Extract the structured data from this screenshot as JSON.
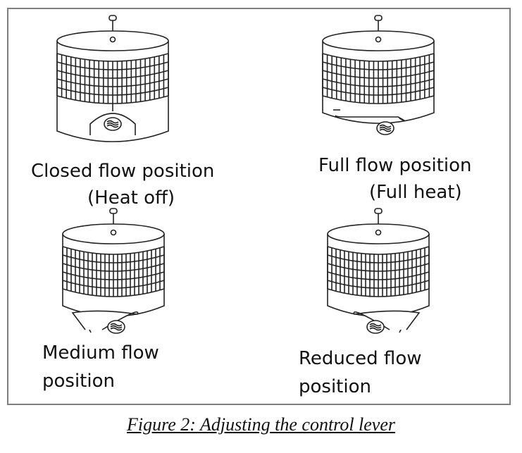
{
  "figure": {
    "caption": "Figure 2: Adjusting the control lever",
    "panels": [
      {
        "id": "closed",
        "lines": [
          "Closed flow position",
          "(Heat off)"
        ]
      },
      {
        "id": "full",
        "lines": [
          "Full flow position",
          "(Full heat)"
        ]
      },
      {
        "id": "medium",
        "lines": [
          "Medium flow",
          "position"
        ]
      },
      {
        "id": "reduced",
        "lines": [
          "Reduced flow",
          "position"
        ]
      }
    ]
  },
  "colors": {
    "border": "#7f7f7f",
    "ink": "#222222"
  },
  "icons": [
    "valve-closed-icon",
    "valve-full-icon",
    "valve-medium-icon",
    "valve-reduced-icon"
  ]
}
